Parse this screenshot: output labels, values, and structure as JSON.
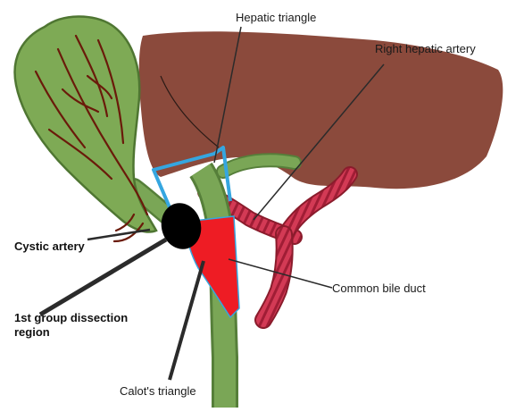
{
  "labels": {
    "hepatic_triangle": "Hepatic triangle",
    "right_hepatic_artery": "Right hepatic artery",
    "cystic_artery": "Cystic artery",
    "first_group": "1st group dissection region",
    "common_bile_duct": "Common bile duct",
    "calots_triangle": "Calot's triangle"
  },
  "colors": {
    "liver": "#8b4a3c",
    "gallbladder": "#7eaa55",
    "duct": "#6fa050",
    "vessel_dark": "#6a1a0a",
    "artery": "#d0304a",
    "hepatic_triangle_outline": "#35a6e0",
    "calot_region": "#ee1c24",
    "dissection_region": "#000000"
  }
}
